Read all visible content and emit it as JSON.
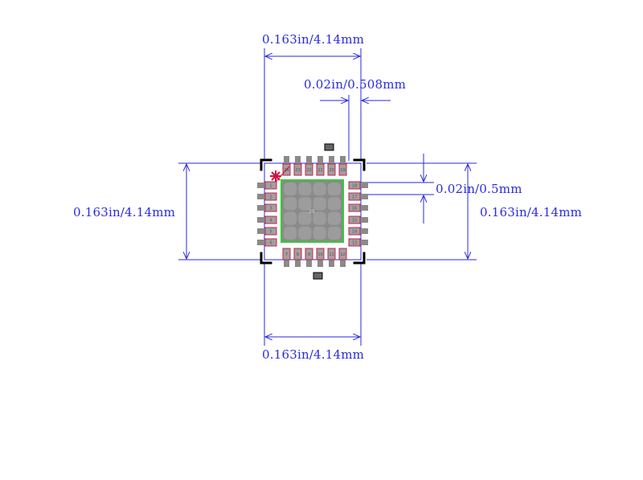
{
  "colors": {
    "background": "#ffffff",
    "dimension": "#2a2ae0",
    "pad_fill": "#a0a0a0",
    "pad_outline": "#c8204a",
    "thermal_pad_fill": "#8a8a8a",
    "thermal_pad_outline": "#33cc33",
    "body_outline": "#2a2ae0",
    "corner_marks": "#000000",
    "pin1_marker": "#d01040"
  },
  "dimensions": {
    "top_width": "0.163in/4.14mm",
    "pad_pitch": "0.02in/0.508mm",
    "pad_width": "0.02in/0.5mm",
    "left_height": "0.163in/4.14mm",
    "right_height": "0.163in/4.14mm",
    "bottom_width": "0.163in/4.14mm"
  },
  "package": {
    "thermal_pad_label": "25",
    "top_pins": [
      "24",
      "23",
      "22",
      "21",
      "20",
      "19"
    ],
    "right_pins": [
      "18",
      "17",
      "16",
      "15",
      "14",
      "13"
    ],
    "bottom_pins": [
      "7",
      "8",
      "9",
      "10",
      "11",
      "12"
    ],
    "left_pins": [
      "1",
      "2",
      "3",
      "4",
      "5",
      "6"
    ]
  }
}
